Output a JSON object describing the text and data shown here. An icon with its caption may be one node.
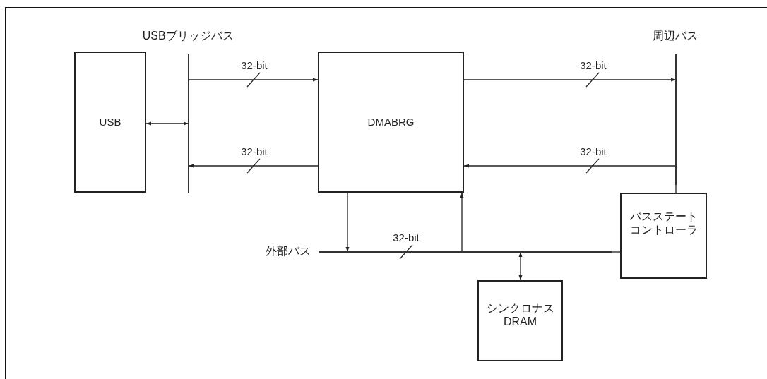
{
  "diagram": {
    "nodes": [
      {
        "text": [
          "USB"
        ]
      },
      {
        "text": [
          "USBブリッジバス"
        ]
      },
      {
        "text": [
          "DMABRG"
        ]
      },
      {
        "text": [
          "周辺バス"
        ]
      },
      {
        "text": [
          "外部バス"
        ]
      },
      {
        "text": [
          "バスステートコントローラ"
        ]
      },
      {
        "text": [
          "シンクロナスDRAM"
        ]
      }
    ],
    "edges": [
      {
        "from": 0,
        "to": 1,
        "arrow": "both"
      },
      {
        "from": 1,
        "to": 2,
        "arrow": "to",
        "label": "32-bit"
      },
      {
        "from": 2,
        "to": 1,
        "arrow": "to",
        "label": "32-bit"
      },
      {
        "from": 2,
        "to": 3,
        "arrow": "to",
        "label": "32-bit"
      },
      {
        "from": 3,
        "to": 2,
        "arrow": "to",
        "label": "32-bit"
      },
      {
        "from": 2,
        "to": 4,
        "arrow": "to"
      },
      {
        "from": 4,
        "to": 2,
        "arrow": "to"
      },
      {
        "from": 4,
        "to": 6,
        "arrow": "both"
      },
      {
        "from": 3,
        "to": 5,
        "arrow": "none"
      },
      {
        "from": 4,
        "to": 5,
        "arrow": "none"
      }
    ],
    "labels": [
      "32-bit"
    ]
  }
}
